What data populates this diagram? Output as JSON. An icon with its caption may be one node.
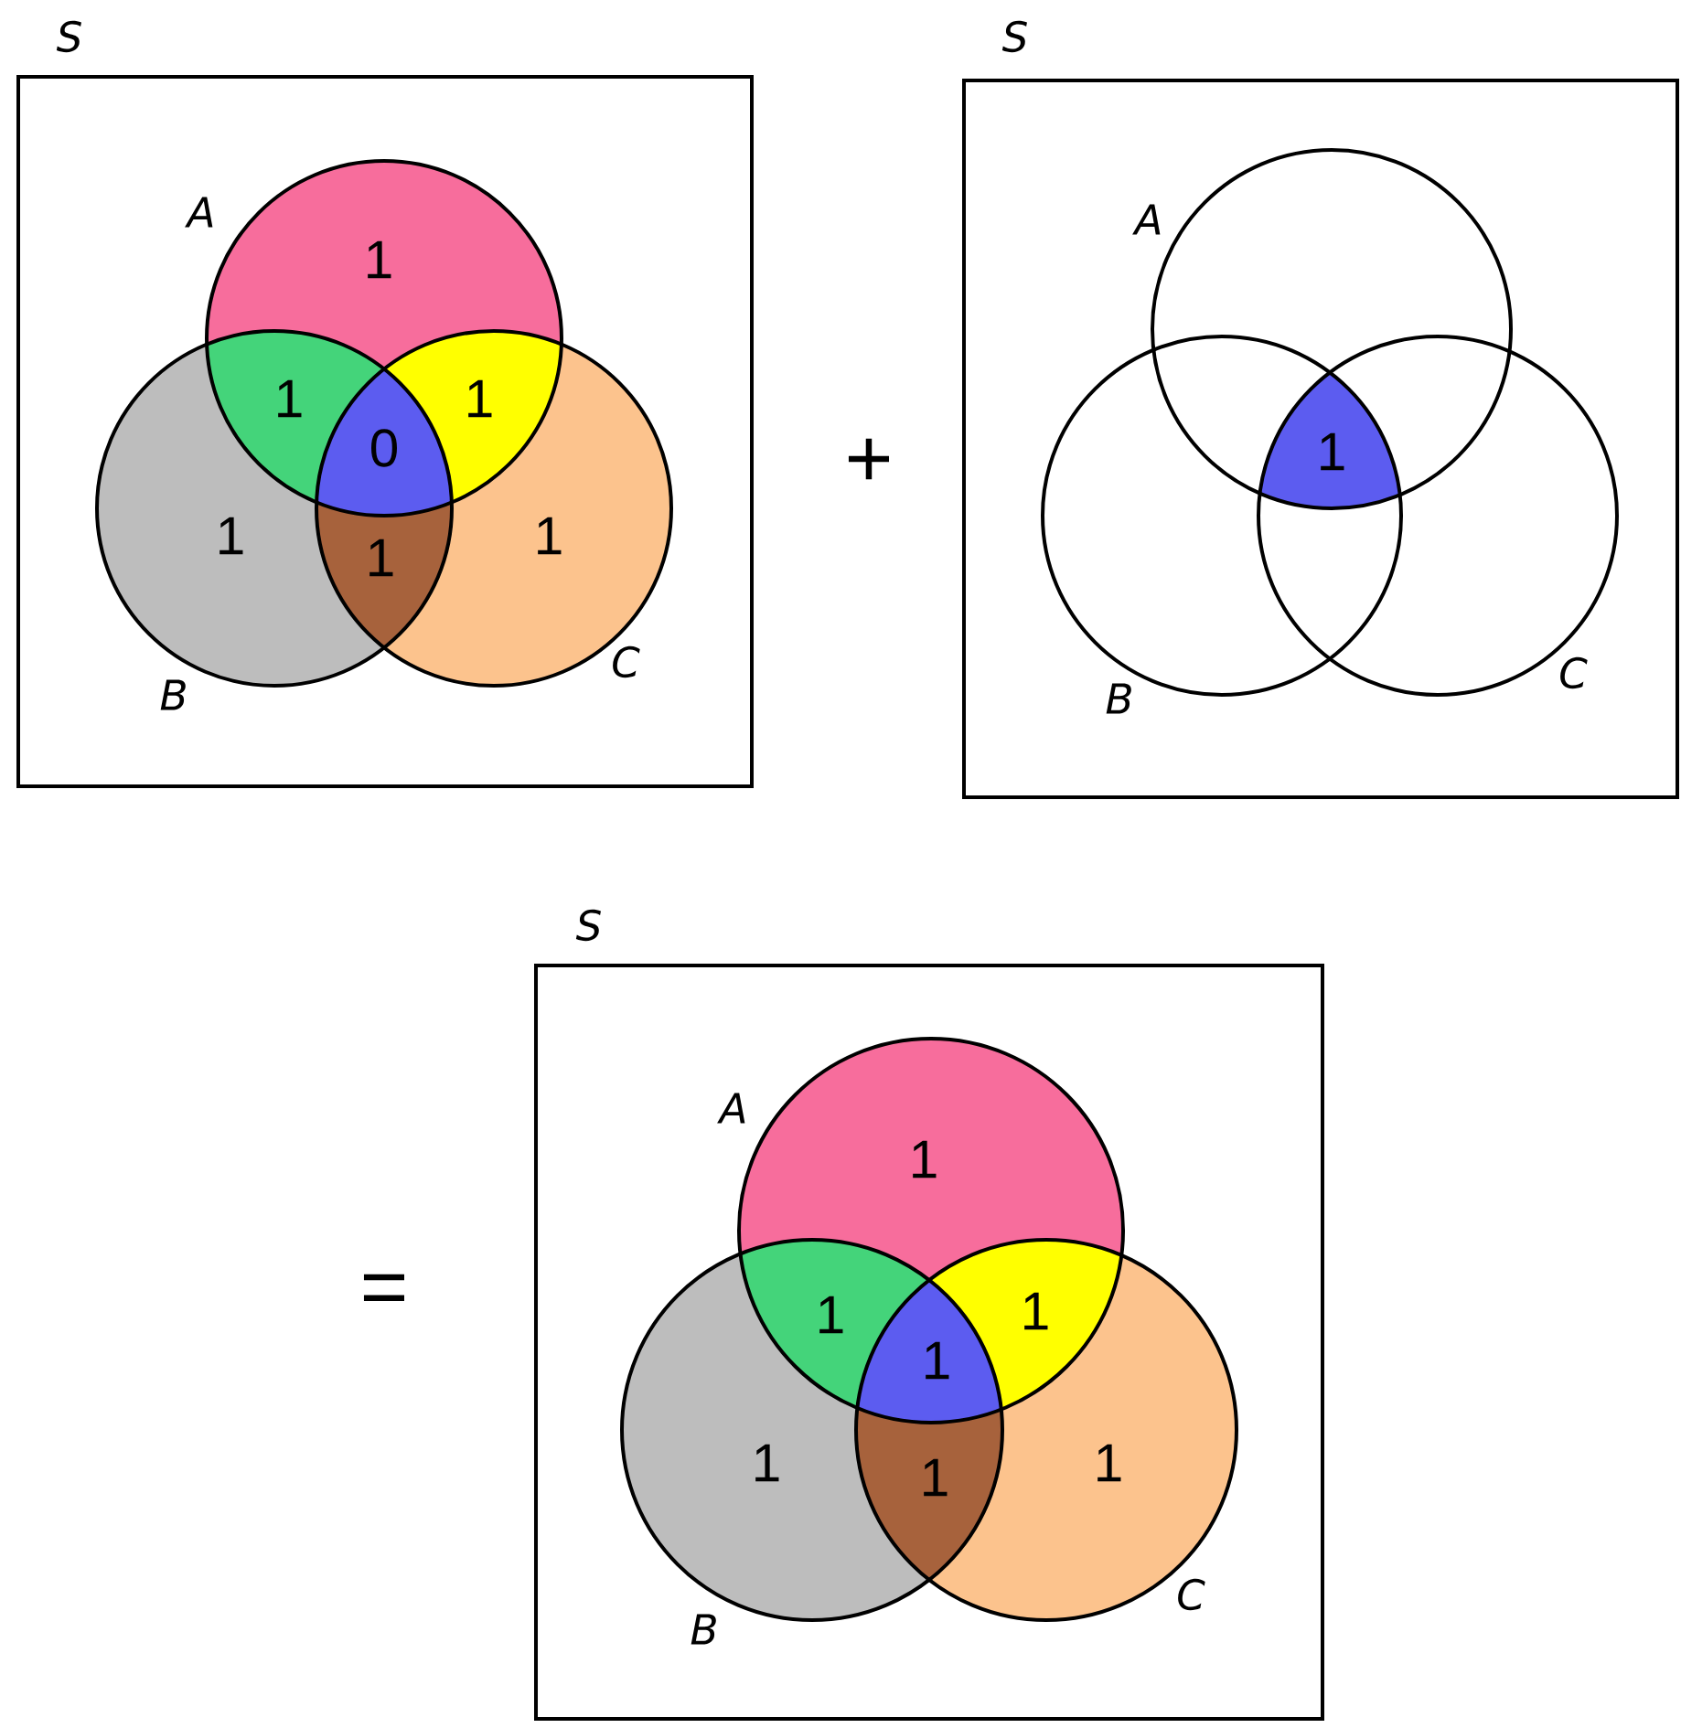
{
  "diagram": {
    "nodes": [
      {
        "text": [
          "S"
        ]
      },
      {
        "text": [
          "A"
        ],
        "in": 0
      },
      {
        "text": [
          "B"
        ],
        "in": 0
      },
      {
        "text": [
          "C"
        ],
        "in": 0
      },
      {
        "text": [
          "S"
        ]
      },
      {
        "text": [
          "A"
        ],
        "in": 4
      },
      {
        "text": [
          "B"
        ],
        "in": 4
      },
      {
        "text": [
          "C"
        ],
        "in": 4
      },
      {
        "text": [
          "S"
        ]
      },
      {
        "text": [
          "A"
        ],
        "in": 8
      },
      {
        "text": [
          "B"
        ],
        "in": 8
      },
      {
        "text": [
          "C"
        ],
        "in": 8
      }
    ],
    "labels": [
      "1",
      "1",
      "1",
      "0",
      "1",
      "1",
      "1",
      "+",
      "1",
      "=",
      "1",
      "1",
      "1",
      "1",
      "1",
      "1",
      "1"
    ]
  }
}
